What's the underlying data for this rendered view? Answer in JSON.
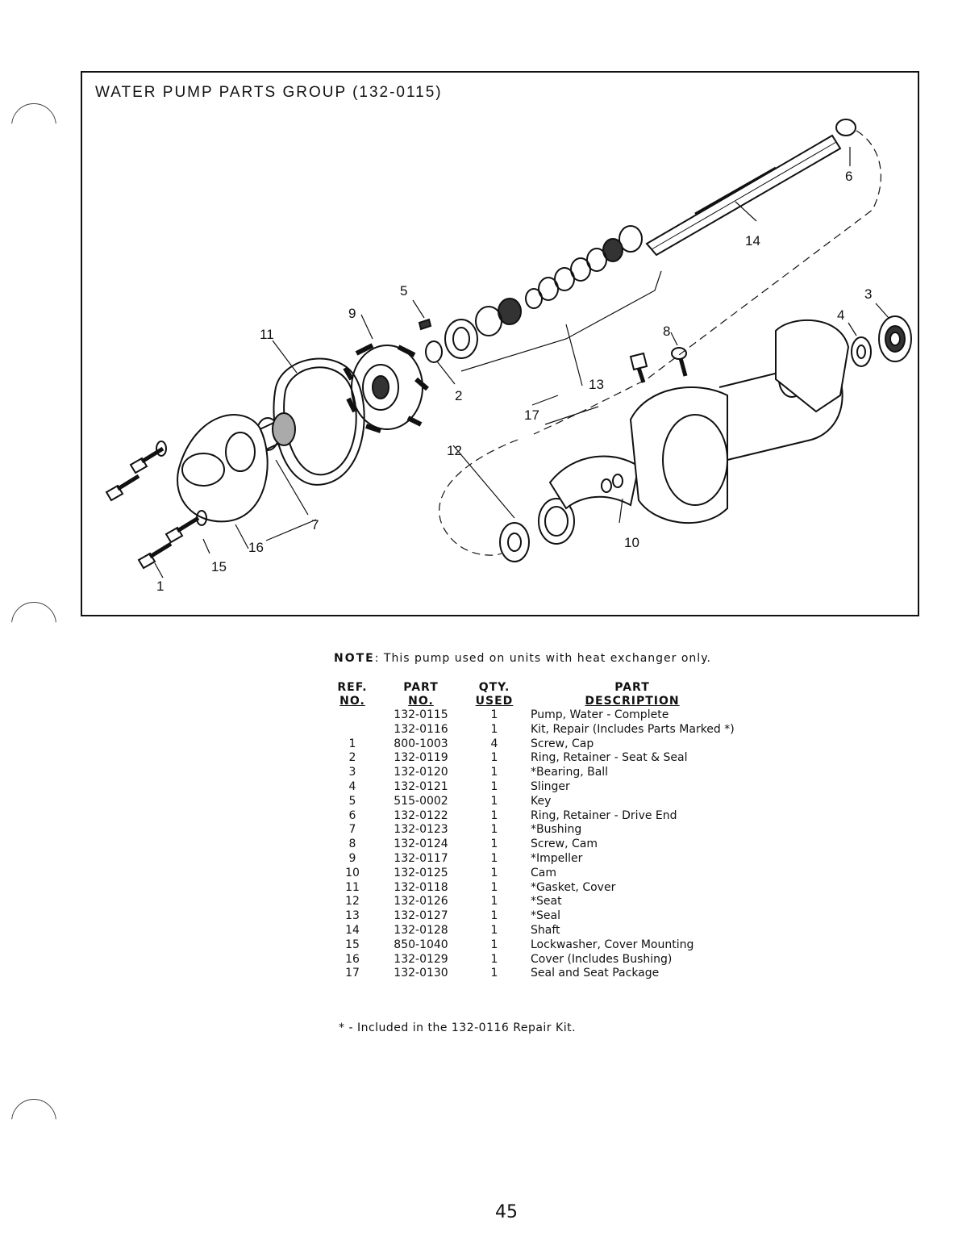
{
  "title": "WATER PUMP PARTS GROUP (132-0115)",
  "callouts": [
    "1",
    "2",
    "3",
    "4",
    "5",
    "6",
    "7",
    "8",
    "9",
    "10",
    "11",
    "12",
    "13",
    "14",
    "15",
    "16",
    "17"
  ],
  "note": {
    "label": "NOTE",
    "text": ": This pump used on units with heat exchanger only."
  },
  "table": {
    "headers": {
      "ref": [
        "REF.",
        "NO."
      ],
      "part": [
        "PART",
        "NO."
      ],
      "qty": [
        "QTY.",
        "USED"
      ],
      "desc": [
        "PART",
        "DESCRIPTION"
      ]
    },
    "rows": [
      {
        "ref": "",
        "part": "132-0115",
        "qty": "1",
        "desc": "Pump, Water - Complete"
      },
      {
        "ref": "",
        "part": "132-0116",
        "qty": "1",
        "desc": "Kit, Repair (Includes Parts Marked *)"
      },
      {
        "ref": "1",
        "part": "800-1003",
        "qty": "4",
        "desc": "Screw, Cap"
      },
      {
        "ref": "2",
        "part": "132-0119",
        "qty": "1",
        "desc": "Ring, Retainer - Seat & Seal"
      },
      {
        "ref": "3",
        "part": "132-0120",
        "qty": "1",
        "desc": "*Bearing, Ball"
      },
      {
        "ref": "4",
        "part": "132-0121",
        "qty": "1",
        "desc": "Slinger"
      },
      {
        "ref": "5",
        "part": "515-0002",
        "qty": "1",
        "desc": "Key"
      },
      {
        "ref": "6",
        "part": "132-0122",
        "qty": "1",
        "desc": "Ring, Retainer - Drive End"
      },
      {
        "ref": "7",
        "part": "132-0123",
        "qty": "1",
        "desc": "*Bushing"
      },
      {
        "ref": "8",
        "part": "132-0124",
        "qty": "1",
        "desc": "Screw, Cam"
      },
      {
        "ref": "9",
        "part": "132-0117",
        "qty": "1",
        "desc": "*Impeller"
      },
      {
        "ref": "10",
        "part": "132-0125",
        "qty": "1",
        "desc": "Cam"
      },
      {
        "ref": "11",
        "part": "132-0118",
        "qty": "1",
        "desc": "*Gasket, Cover"
      },
      {
        "ref": "12",
        "part": "132-0126",
        "qty": "1",
        "desc": "*Seat"
      },
      {
        "ref": "13",
        "part": "132-0127",
        "qty": "1",
        "desc": "*Seal"
      },
      {
        "ref": "14",
        "part": "132-0128",
        "qty": "1",
        "desc": "Shaft"
      },
      {
        "ref": "15",
        "part": "850-1040",
        "qty": "1",
        "desc": "Lockwasher, Cover Mounting"
      },
      {
        "ref": "16",
        "part": "132-0129",
        "qty": "1",
        "desc": "Cover (Includes Bushing)"
      },
      {
        "ref": "17",
        "part": "132-0130",
        "qty": "1",
        "desc": "Seal and Seat Package"
      }
    ]
  },
  "footnote": "* - Included in the 132-0116 Repair Kit.",
  "page_number": "45"
}
